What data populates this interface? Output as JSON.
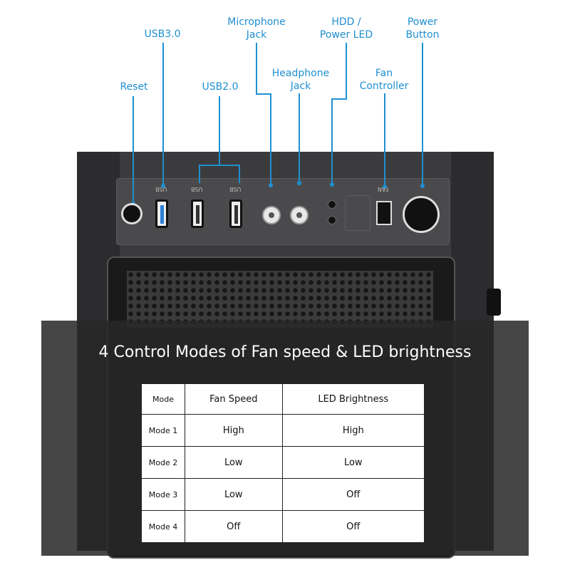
{
  "callouts": {
    "reset": "Reset",
    "usb3": "USB3.0",
    "usb2": "USB2.0",
    "microphone": "Microphone\nJack",
    "headphone": "Headphone\nJack",
    "hdd_led": "HDD /\nPower LED",
    "fan_controller": "Fan\nController",
    "power": "Power\nButton"
  },
  "panel_labels": {
    "usb_a": "USB",
    "usb_b": "USB",
    "usb_c": "USB",
    "fan": "FAN"
  },
  "heading": "4 Control Modes of Fan speed & LED brightness",
  "table": {
    "headers": [
      "Mode",
      "Fan Speed",
      "LED Brightness"
    ],
    "rows": [
      [
        "Mode 1",
        "High",
        "High"
      ],
      [
        "Mode 2",
        "Low",
        "Low"
      ],
      [
        "Mode 3",
        "Low",
        "Off"
      ],
      [
        "Mode 4",
        "Off",
        "Off"
      ]
    ]
  },
  "colors": {
    "callout": "#1f8fd0",
    "overlay": "#282828"
  }
}
